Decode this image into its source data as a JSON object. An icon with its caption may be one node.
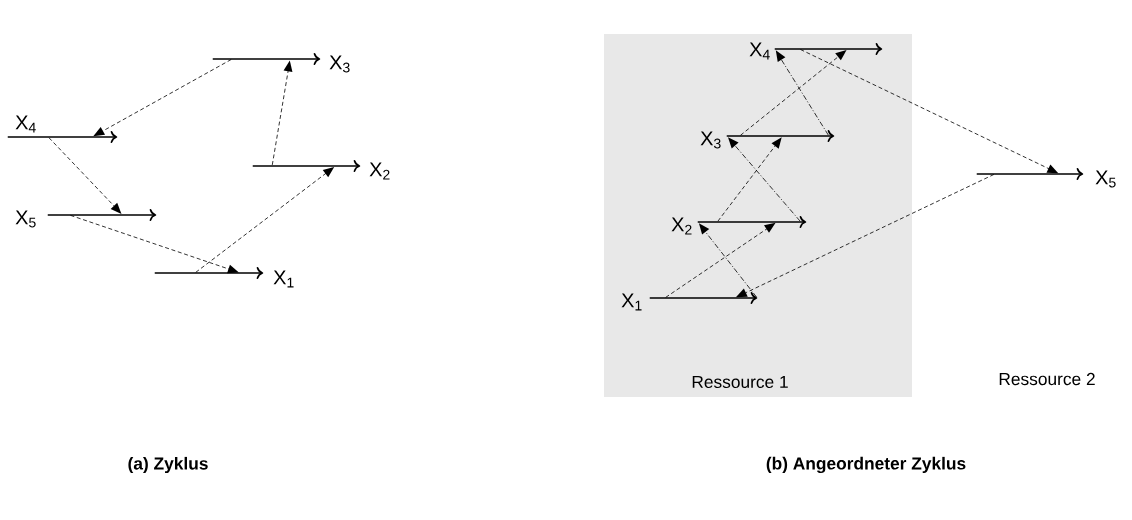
{
  "diagram": {
    "nodes": [
      {
        "text": [],
        "shape": "bar",
        "beside": [
          "X$_{3}$"
        ]
      },
      {
        "text": [],
        "shape": "bar",
        "beside": [
          "X$_{4}$"
        ]
      },
      {
        "text": [],
        "shape": "bar",
        "beside": [
          "X$_{2}$"
        ]
      },
      {
        "text": [],
        "shape": "bar",
        "beside": [
          "X$_{5}$"
        ]
      },
      {
        "text": [],
        "shape": "bar",
        "beside": [
          "X$_{1}$"
        ]
      },
      {
        "text": [
          "Ressource 1"
        ]
      },
      {
        "text": [],
        "shape": "bar",
        "beside": [
          "X$_{4}$"
        ],
        "in": 5
      },
      {
        "text": [],
        "shape": "bar",
        "beside": [
          "X$_{3}$"
        ],
        "in": 5
      },
      {
        "text": [],
        "shape": "bar",
        "beside": [
          "X$_{2}$"
        ],
        "in": 5
      },
      {
        "text": [],
        "shape": "bar",
        "beside": [
          "X$_{1}$"
        ],
        "in": 5
      },
      {
        "text": [],
        "shape": "bar",
        "beside": [
          "X$_{5}$"
        ]
      }
    ],
    "edges": [
      {
        "from": 0,
        "to": 1,
        "arrow": "to",
        "style": "dashed"
      },
      {
        "from": 1,
        "to": 3,
        "arrow": "to",
        "style": "dashed"
      },
      {
        "from": 3,
        "to": 4,
        "arrow": "to",
        "style": "dashed"
      },
      {
        "from": 4,
        "to": 2,
        "arrow": "to",
        "style": "dashed"
      },
      {
        "from": 2,
        "to": 0,
        "arrow": "to",
        "style": "dashed"
      },
      {
        "from": 9,
        "to": 8,
        "arrow": "to",
        "style": "dashed"
      },
      {
        "from": 8,
        "to": 7,
        "arrow": "to",
        "style": "dashed"
      },
      {
        "from": 7,
        "to": 6,
        "arrow": "to",
        "style": "dashed"
      },
      {
        "from": 6,
        "to": 10,
        "arrow": "to",
        "style": "dashed"
      },
      {
        "from": 10,
        "to": 9,
        "arrow": "to",
        "style": "dashed"
      },
      {
        "from": 9,
        "to": 8,
        "arrow": "to"
      },
      {
        "from": 8,
        "to": 7,
        "arrow": "to"
      },
      {
        "from": 7,
        "to": 6,
        "arrow": "to"
      }
    ],
    "labels": [
      "Ressource 2",
      "(a) Zyklus",
      "(b) Angeordneter Zyklus"
    ]
  }
}
